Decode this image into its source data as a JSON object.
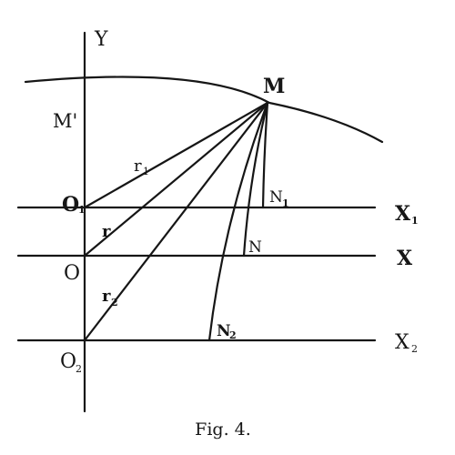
{
  "figure": {
    "caption": "Fig. 4.",
    "labels": {
      "y_axis": "Y",
      "m": "M",
      "m_prime": "M'",
      "o1": "O",
      "o1_sub": "1",
      "o": "O",
      "o2": "O",
      "o2_sub": "2",
      "r1": "r",
      "r1_sub": "1",
      "r": "r",
      "r2": "r",
      "r2_sub": "2",
      "n1": "N",
      "n1_sub": "1",
      "n": "N",
      "n2": "N",
      "n2_sub": "2",
      "x1": "X",
      "x1_sub": "1",
      "x": "X",
      "x2": "X",
      "x2_sub": "2"
    }
  }
}
